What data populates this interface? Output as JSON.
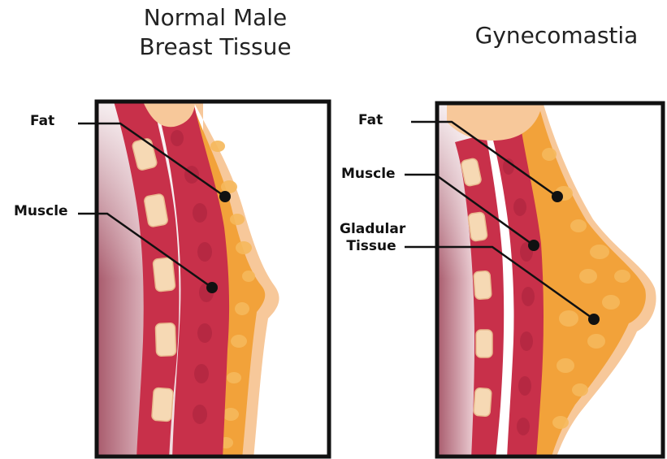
{
  "panels": [
    {
      "title_line1": "Normal Male",
      "title_line2": "Breast Tissue",
      "labels": {
        "fat": "Fat",
        "muscle": "Muscle"
      }
    },
    {
      "title": "Gynecomastia",
      "labels": {
        "fat": "Fat",
        "muscle": "Muscle",
        "glandular_line1": "Gladular",
        "glandular_line2": "Tissue"
      }
    }
  ],
  "colors": {
    "frame": "#111111",
    "muscle": "#c8304a",
    "muscle_dark": "#9e1f36",
    "rib": "#f6d9b4",
    "fat": "#f2a23a",
    "skin": "#f7c89a",
    "chest_shadow": "#b06a7a"
  }
}
